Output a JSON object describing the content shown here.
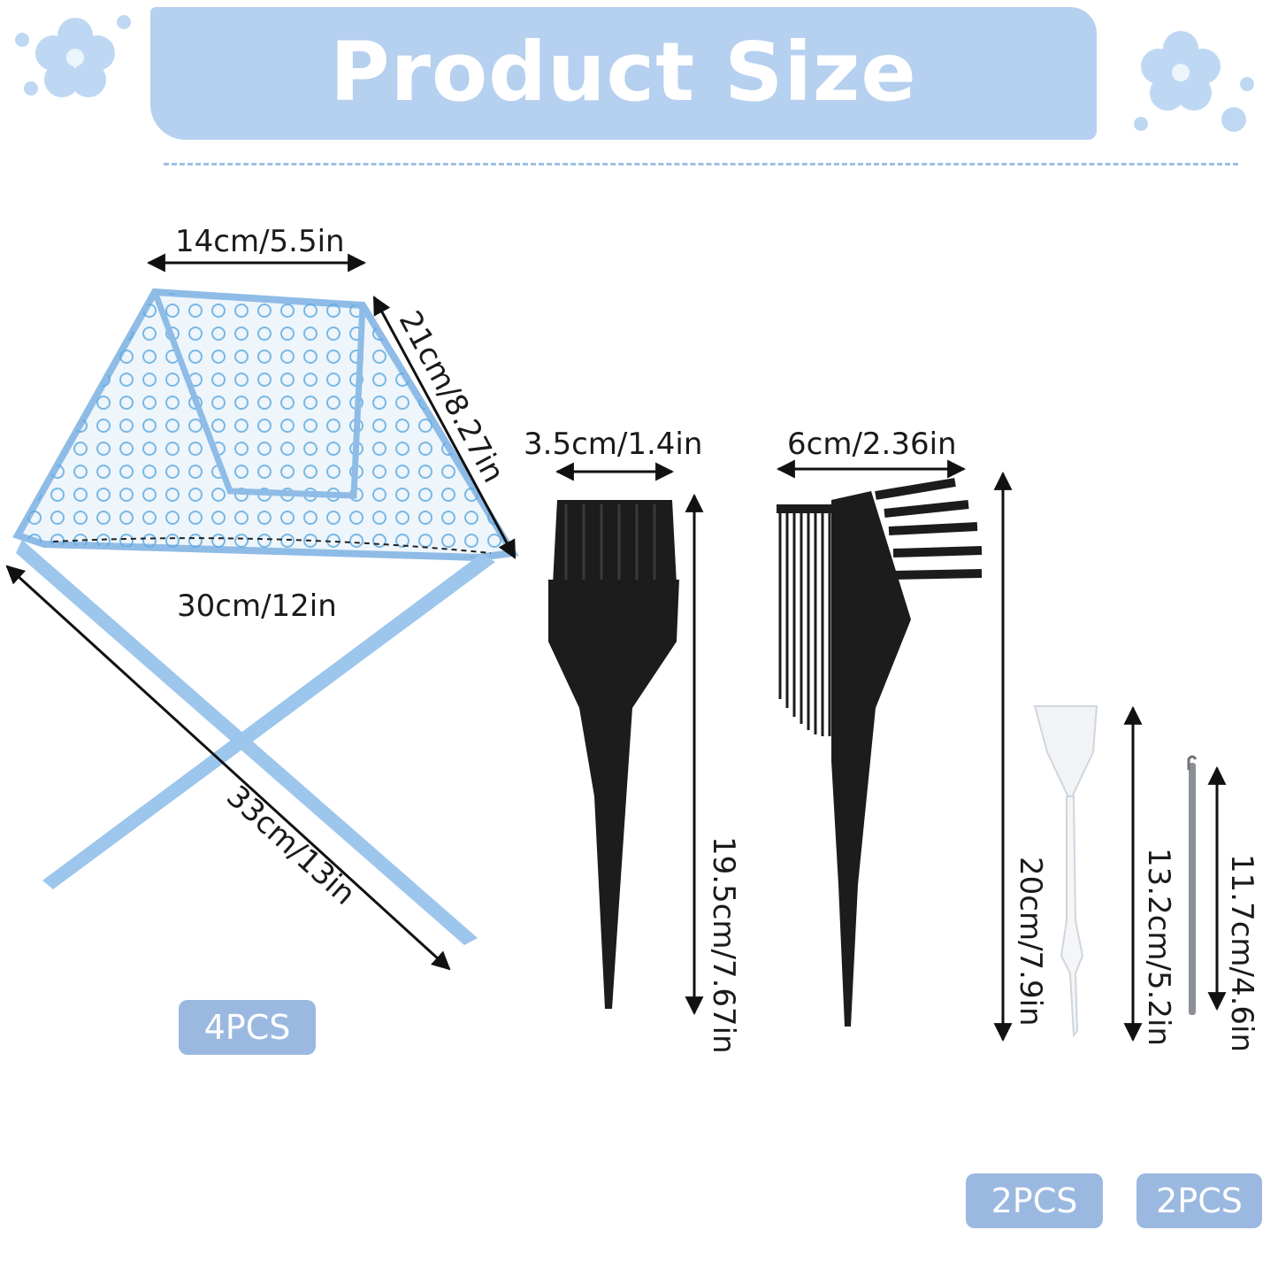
{
  "title": "Product Size",
  "colors": {
    "accent_blue": "#a9c8ec",
    "badge_blue": "#9bb9e0",
    "item_black": "#1c1c1c",
    "cap_trim": "#8fbce6"
  },
  "icons": [
    "flower-icon-left",
    "flower-icon-right"
  ],
  "dimensions": {
    "cap_top_width": "14cm/5.5in",
    "cap_side_length": "21cm/8.27in",
    "cap_base_width": "30cm/12in",
    "cap_tie_length": "33cm/13in",
    "brush_head_width": "3.5cm/1.4in",
    "brush_length": "19.5cm/7.67in",
    "comb_head_width": "6cm/2.36in",
    "comb_length": "20cm/7.9in",
    "spatula_length": "13.2cm/5.2in",
    "hook_length": "11.7cm/4.6in"
  },
  "badges": {
    "cap_qty": "4PCS",
    "spatula_qty": "2PCS",
    "hook_qty": "2PCS"
  }
}
